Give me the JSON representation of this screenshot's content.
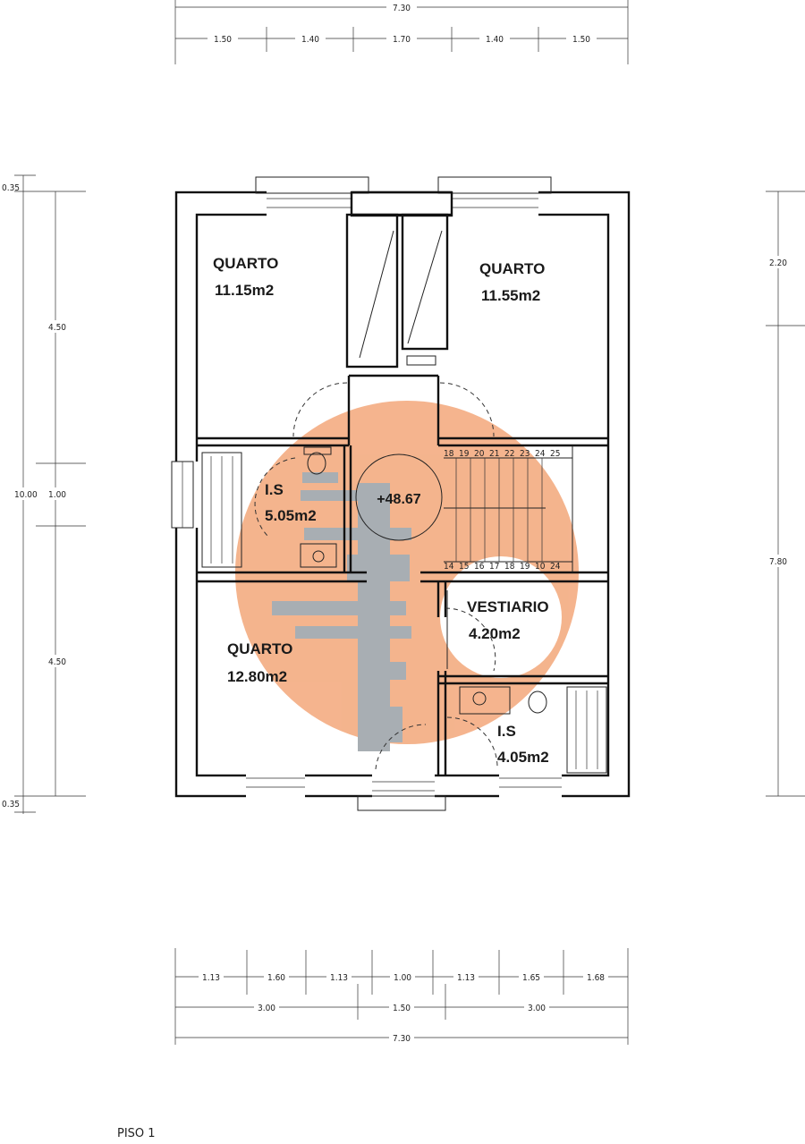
{
  "plan": {
    "caption": "PISO 1",
    "level_mark": "+48.67",
    "watermark": {
      "color": "#f3a77a",
      "shape": "logo-circle-with-figure"
    },
    "rooms": [
      {
        "name": "QUARTO",
        "area": "11.15m2"
      },
      {
        "name": "QUARTO",
        "area": "11.55m2"
      },
      {
        "name": "I.S",
        "area": "5.05m2"
      },
      {
        "name": "QUARTO",
        "area": "12.80m2"
      },
      {
        "name": "VESTIARIO",
        "area": "4.20m2"
      },
      {
        "name": "I.S",
        "area": "4.05m2"
      }
    ],
    "dims_top_total": "7.30",
    "dims_top": [
      "1.50",
      "1.40",
      "1.70",
      "1.40",
      "1.50"
    ],
    "dims_left_total": "10.00",
    "dims_left": [
      "0.35",
      "4.50",
      "1.00",
      "4.50",
      "0.35"
    ],
    "dims_right": [
      "2.20",
      "7.80"
    ],
    "dims_bottom_1": [
      "1.13",
      "1.60",
      "1.13",
      "1.00",
      "1.13",
      "1.65",
      "1.68"
    ],
    "dims_bottom_2": [
      "3.00",
      "1.50",
      "3.00"
    ],
    "dims_bottom_total": "7.30",
    "stair_numbers_top": [
      "18",
      "19",
      "20",
      "21",
      "22",
      "23",
      "24",
      "25"
    ],
    "stair_numbers_bottom": [
      "14",
      "15",
      "16",
      "17",
      "18",
      "19",
      "10",
      "24"
    ]
  }
}
